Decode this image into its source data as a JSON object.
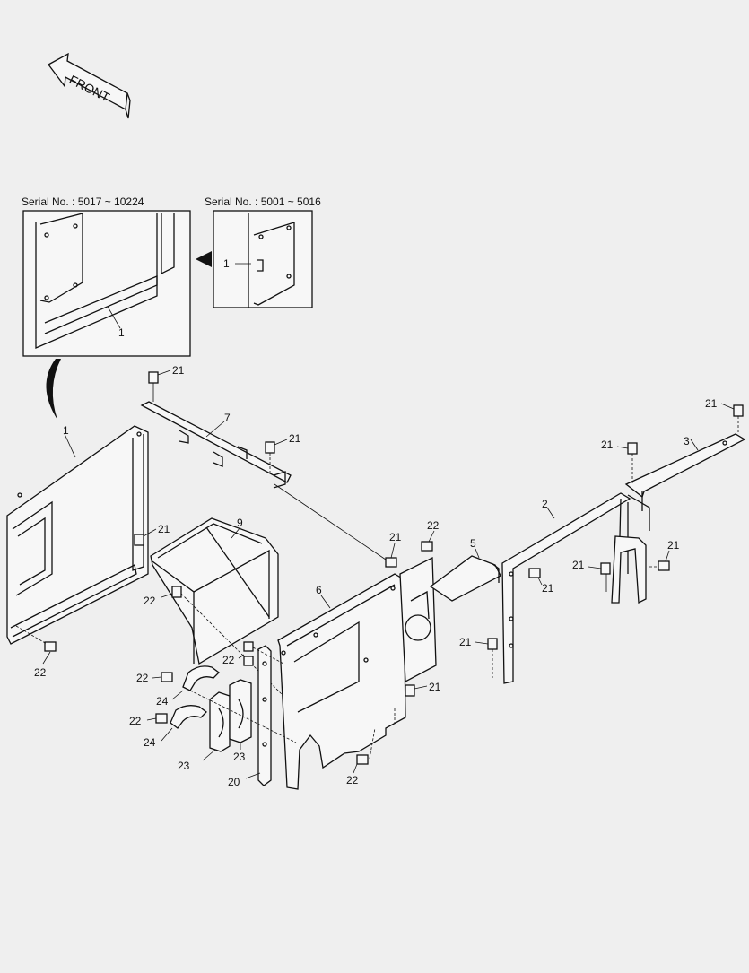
{
  "front_label": "FRONT",
  "serial_left": "Serial No. : 5017 ~ 10224",
  "serial_right": "Serial No. : 5001 ~ 5016",
  "callouts": {
    "inset_left_1": "1",
    "inset_right_1": "1",
    "c1": "1",
    "c2": "2",
    "c3": "3",
    "c5": "5",
    "c6": "6",
    "c7": "7",
    "c9": "9",
    "c20": "20",
    "c21_top": "21",
    "c21_7": "21",
    "c21_panel": "21",
    "c21_6top": "21",
    "c21_6bot": "21",
    "c21_2a": "21",
    "c21_2b": "21",
    "c21_2c": "21",
    "c21_3a": "21",
    "c21_3b": "21",
    "c21_3c": "21",
    "c22_a": "22",
    "c22_b": "22",
    "c22_c": "22",
    "c22_d": "22",
    "c22_e": "22",
    "c22_f": "22",
    "c22_g": "22",
    "c23_a": "23",
    "c23_b": "23",
    "c24_a": "24",
    "c24_b": "24"
  }
}
